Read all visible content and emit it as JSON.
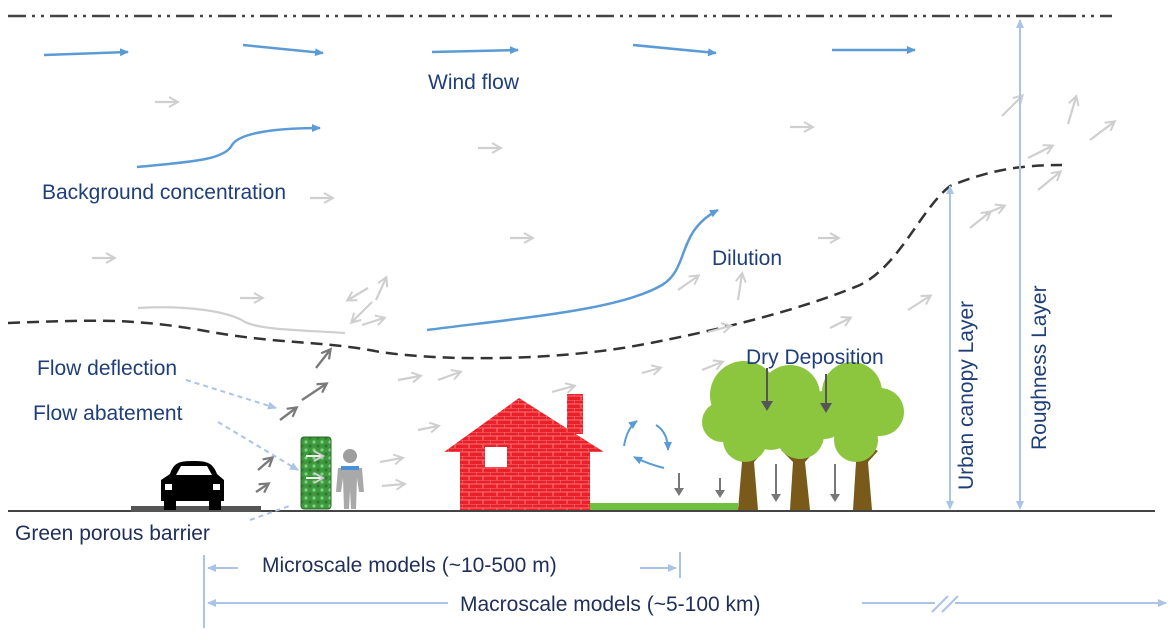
{
  "labels": {
    "wind_flow": "Wind flow",
    "background_concentration": "Background concentration",
    "dilution": "Dilution",
    "dry_deposition": "Dry Deposition",
    "flow_deflection": "Flow deflection",
    "flow_abatement": "Flow abatement",
    "green_porous_barrier": "Green porous barrier",
    "urban_canopy_layer": "Urban canopy  Layer",
    "roughness_layer": "Roughness  Layer",
    "microscale_models": "Microscale models (~10-500 m)",
    "macroscale_models": "Macroscale models (~5-100 km)"
  },
  "icons": [
    "car-icon",
    "person-icon",
    "house-icon",
    "tree-icon",
    "green-barrier-icon"
  ],
  "colors": {
    "label_text": "#1f3f7a",
    "wind_arrow": "#5b9bd5",
    "gray_arrow": "#cfcfcf",
    "dark_arrow": "#7a7a7a",
    "house": "#e8202a",
    "grass": "#70c040",
    "tree_canopy": "#8cc63f",
    "trunk": "#7a5a1a",
    "barrier": "#4caf50"
  }
}
